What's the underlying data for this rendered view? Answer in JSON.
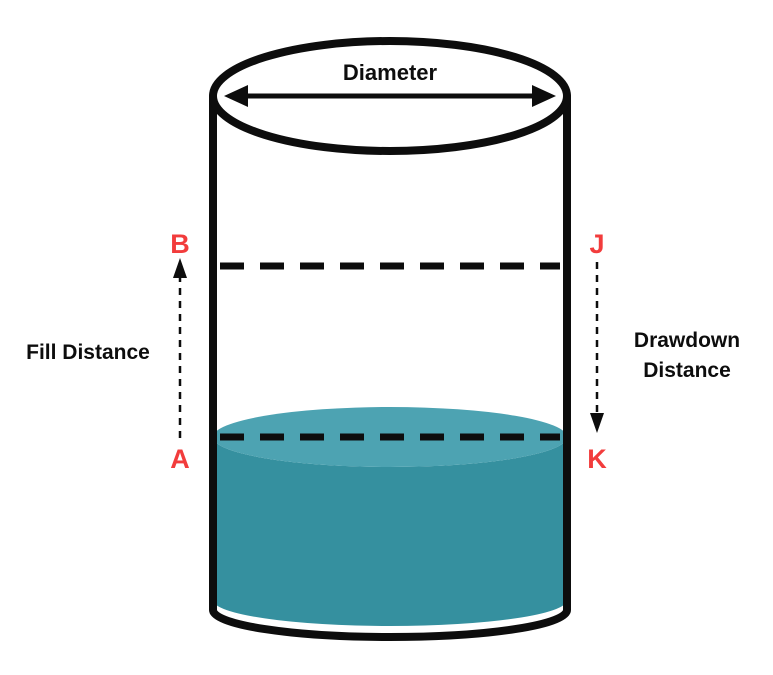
{
  "diagram": {
    "type": "cylinder-tank-fill-drawdown",
    "labels": {
      "diameter": "Diameter",
      "fill_distance": "Fill Distance",
      "drawdown_line1": "Drawdown",
      "drawdown_line2": "Distance",
      "point_b": "B",
      "point_j": "J",
      "point_a": "A",
      "point_k": "K"
    },
    "colors": {
      "outline": "#0d0d0d",
      "text_black": "#0d0d0d",
      "label_red": "#f23c3c",
      "water_body": "#35909f",
      "water_surface": "#4da3b2",
      "background": "#ffffff"
    }
  }
}
